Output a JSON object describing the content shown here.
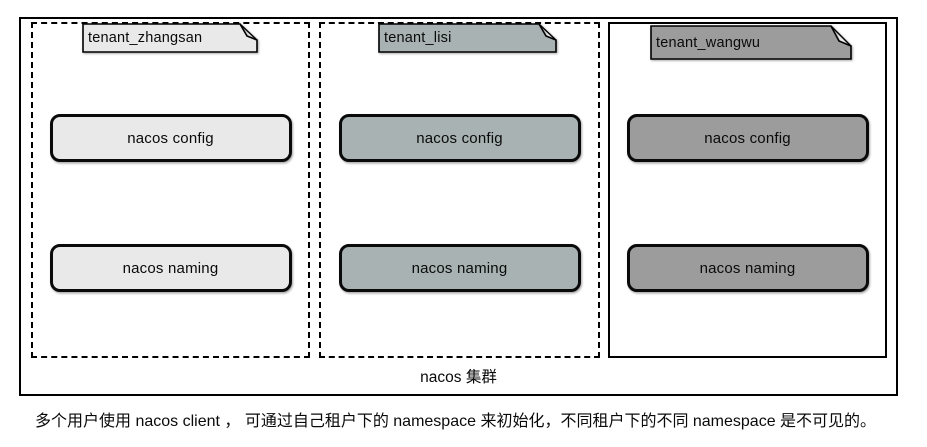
{
  "cluster": {
    "label": "nacos 集群"
  },
  "tenants": [
    {
      "name": "tenant_zhangsan",
      "fill": "#e9e9e9",
      "services": [
        "nacos config",
        "nacos naming"
      ]
    },
    {
      "name": "tenant_lisi",
      "fill": "#a8b2b2",
      "services": [
        "nacos config",
        "nacos naming"
      ]
    },
    {
      "name": "tenant_wangwu",
      "fill": "#9c9c9c",
      "services": [
        "nacos config",
        "nacos naming"
      ]
    }
  ],
  "caption": "多个用户使用 nacos client ， 可通过自己租户下的 namespace 来初始化，不同租户下的不同 namespace 是不可见的。"
}
